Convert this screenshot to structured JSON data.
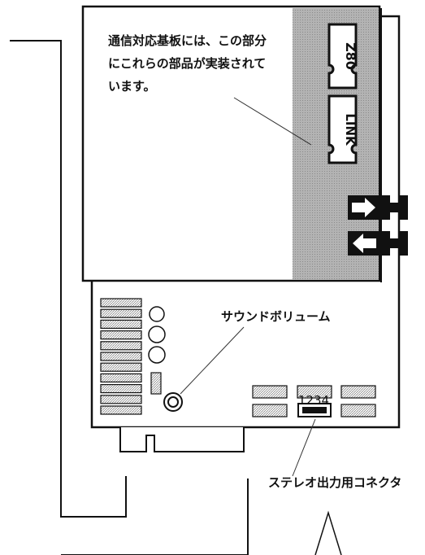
{
  "annotation_board": {
    "lines": [
      "通信対応基板には、この部分",
      "にこれらの部品が実装されて",
      "います。"
    ]
  },
  "chips": [
    {
      "label": "Z80"
    },
    {
      "label": "LINK"
    }
  ],
  "callouts": {
    "sound_volume": "サウンドボリューム",
    "stereo_connector": "ステレオ出力用コネクタ"
  },
  "pin_label": "1234",
  "colors": {
    "ink": "#111111",
    "hatch": "#9a9a9a"
  }
}
